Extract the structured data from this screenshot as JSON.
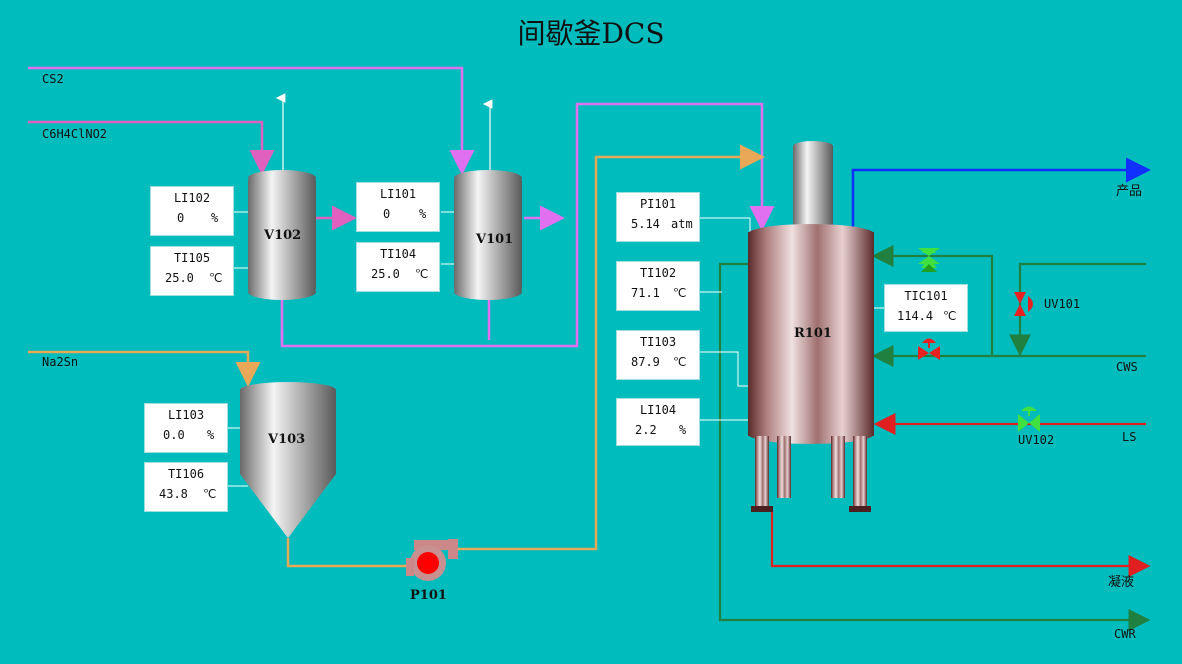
{
  "title": "间歇釜DCS",
  "feeds": {
    "cs2": "CS2",
    "c6h4clno2": "C6H4ClNO2",
    "na2sn": "Na2Sn"
  },
  "outlets": {
    "product": "产品",
    "cws": "CWS",
    "ls": "LS",
    "condensate": "凝液",
    "cwr": "CWR"
  },
  "equipment": {
    "v101": "V101",
    "v102": "V102",
    "v103": "V103",
    "r101": "R101",
    "p101": "P101"
  },
  "valves": {
    "uv101": "UV101",
    "uv102": "UV102"
  },
  "instruments": {
    "li102": {
      "tag": "LI102",
      "value": "0",
      "unit": "%"
    },
    "ti105": {
      "tag": "TI105",
      "value": "25.0",
      "unit": "℃"
    },
    "li101": {
      "tag": "LI101",
      "value": "0",
      "unit": "%"
    },
    "ti104": {
      "tag": "TI104",
      "value": "25.0",
      "unit": "℃"
    },
    "li103": {
      "tag": "LI103",
      "value": "0.0",
      "unit": "%"
    },
    "ti106": {
      "tag": "TI106",
      "value": "43.8",
      "unit": "℃"
    },
    "pi101": {
      "tag": "PI101",
      "value": "5.14",
      "unit": "atm"
    },
    "ti102": {
      "tag": "TI102",
      "value": "71.1",
      "unit": "℃"
    },
    "ti103": {
      "tag": "TI103",
      "value": "87.9",
      "unit": "℃"
    },
    "li104": {
      "tag": "LI104",
      "value": "2.2",
      "unit": "%"
    },
    "tic101": {
      "tag": "TIC101",
      "value": "114.4",
      "unit": "℃"
    }
  },
  "colors": {
    "background": "#00bcbc",
    "cs2_line": "#e070f0",
    "c6h4clno2_line": "#e060c0",
    "na2sn_line": "#e8a858",
    "product_line": "#1030ff",
    "water_line": "#208040",
    "steam_line": "#e02020"
  }
}
